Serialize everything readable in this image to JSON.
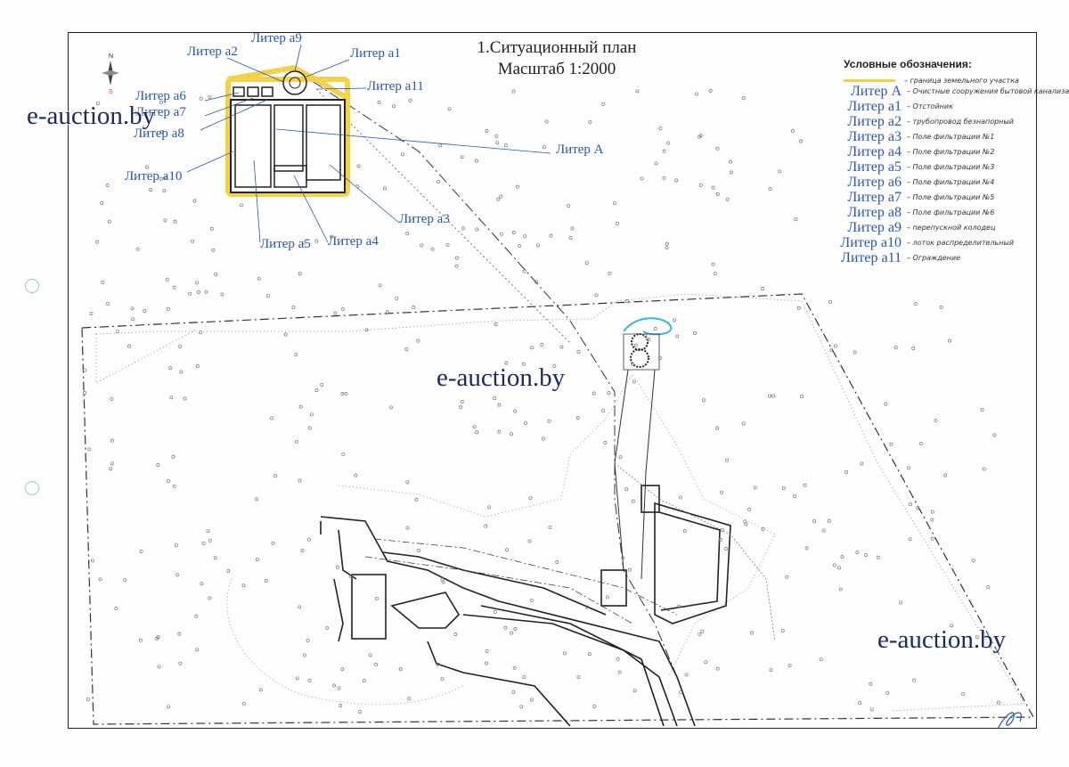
{
  "title": {
    "line1": "1.Ситуационный план",
    "line2": "Масштаб 1:2000"
  },
  "compass": {
    "north": "N",
    "south": "S"
  },
  "watermark": "e-auction.by",
  "plan_labels": {
    "a2": "Литер а2",
    "a9": "Литер а9",
    "a1": "Литер а1",
    "a11": "Литер а11",
    "a6": "Литер а6",
    "a7": "Литер а7",
    "a8": "Литер а8",
    "A": "Литер А",
    "a10": "Литер а10",
    "a3": "Литер а3",
    "a5": "Литер а5",
    "a4": "Литер а4"
  },
  "legend": {
    "title": "Условные обозначения:",
    "boundary_text": "– граница земельного участка",
    "boundary_color": "#f2d24b",
    "items": [
      {
        "key": "Литер А",
        "desc": "– Очистные сооружения бытовой канализации"
      },
      {
        "key": "Литер а1",
        "desc": "– Отстойник"
      },
      {
        "key": "Литер а2",
        "desc": "– трубопровод безнапорный"
      },
      {
        "key": "Литер а3",
        "desc": "– Поле фильтрации №1"
      },
      {
        "key": "Литер а4",
        "desc": "– Поле фильтрации №2"
      },
      {
        "key": "Литер а5",
        "desc": "– Поле фильтрации №3"
      },
      {
        "key": "Литер а6",
        "desc": "– Поле фильтрации №4"
      },
      {
        "key": "Литер а7",
        "desc": "– Поле фильтрации №5"
      },
      {
        "key": "Литер а8",
        "desc": "– Поле фильтрации №6"
      },
      {
        "key": "Литер а9",
        "desc": "– перепускной колодец"
      },
      {
        "key": "Литер а10",
        "desc": "– лоток распределительный"
      },
      {
        "key": "Литер а11",
        "desc": "– Ограждение"
      }
    ]
  },
  "colors": {
    "label": "#2b57a8",
    "water": "#39b8d6",
    "line": "#222222"
  }
}
